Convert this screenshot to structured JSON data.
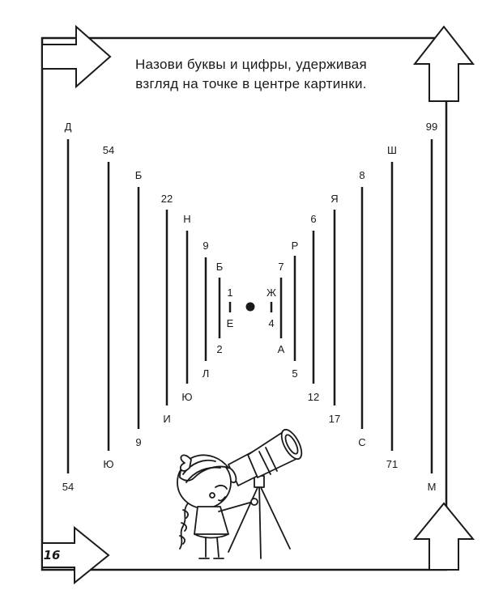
{
  "instruction": {
    "line1": "Назови буквы и цифры, удерживая",
    "line2": "взгляд на точке в центре картинки."
  },
  "page_number": "16",
  "columns": [
    {
      "top": "Д",
      "bottom": "54"
    },
    {
      "top": "54",
      "bottom": "Ю"
    },
    {
      "top": "Б",
      "bottom": "9"
    },
    {
      "top": "22",
      "bottom": "И"
    },
    {
      "top": "Н",
      "bottom": "Ю"
    },
    {
      "top": "9",
      "bottom": "Л"
    },
    {
      "top": "Б",
      "bottom": "2"
    },
    {
      "top": "1",
      "bottom": "Е"
    },
    {
      "top": "Ж",
      "bottom": "4"
    },
    {
      "top": "7",
      "bottom": "А"
    },
    {
      "top": "Р",
      "bottom": "5"
    },
    {
      "top": "6",
      "bottom": "12"
    },
    {
      "top": "Я",
      "bottom": "17"
    },
    {
      "top": "8",
      "bottom": "С"
    },
    {
      "top": "Ш",
      "bottom": "71"
    },
    {
      "top": "99",
      "bottom": "М"
    }
  ]
}
